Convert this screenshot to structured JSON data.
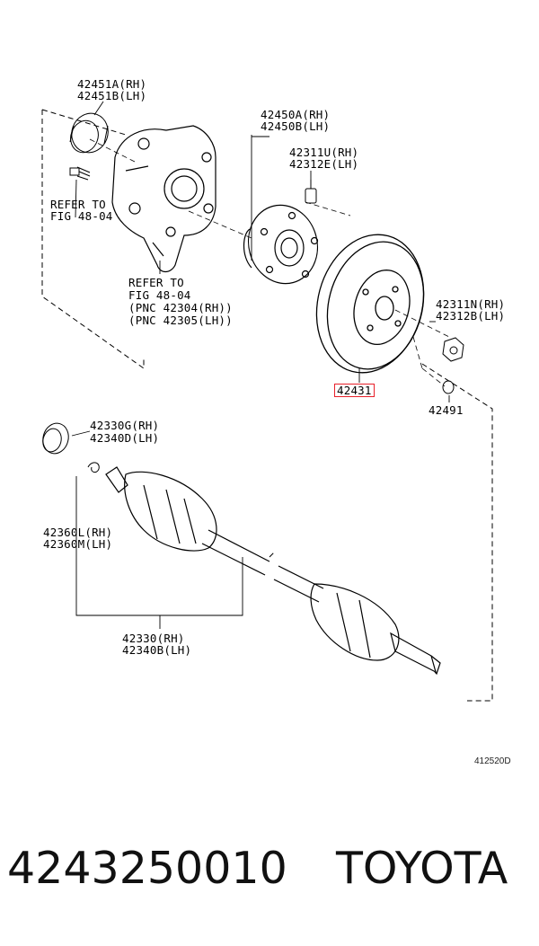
{
  "labels": {
    "p42451": [
      "42451A(RH)",
      "42451B(LH)"
    ],
    "refer_left": [
      "REFER TO",
      "FIG 48-04"
    ],
    "refer_bottom": [
      "REFER TO",
      "FIG 48-04",
      "(PNC 42304(RH))",
      "(PNC 42305(LH))"
    ],
    "p42450": [
      "42450A(RH)",
      "42450B(LH)"
    ],
    "p42311U": [
      "42311U(RH)",
      "42312E(LH)"
    ],
    "p42311N": [
      "42311N(RH)",
      "42312B(LH)"
    ],
    "p42431": "42431",
    "p42491": "42491",
    "p42330G": [
      "42330G(RH)",
      "42340D(LH)"
    ],
    "p42360": [
      "42360L(RH)",
      "42360M(LH)"
    ],
    "p42330": [
      "42330(RH)",
      "42340B(LH)"
    ]
  },
  "diagram_code": "412520D",
  "footer": {
    "part_number": "4243250010",
    "brand": "TOYOTA"
  },
  "colors": {
    "highlight": "#e8202a",
    "ink": "#000000"
  }
}
